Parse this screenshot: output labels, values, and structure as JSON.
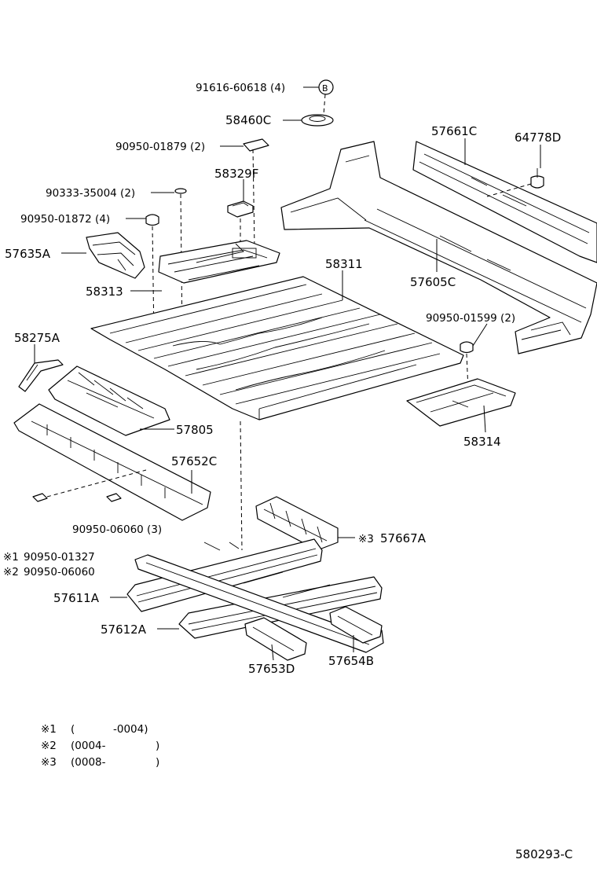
{
  "parts": {
    "p91616": "91616-60618 (4)",
    "b_mark": "B",
    "p58460C": "58460C",
    "p90950_01879": "90950-01879 (2)",
    "p57661C": "57661C",
    "p64778D": "64778D",
    "p58329F": "58329F",
    "p90333": "90333-35004 (2)",
    "p90950_01872": "90950-01872 (4)",
    "p57635A": "57635A",
    "p58311": "58311",
    "p57605C": "57605C",
    "p58313": "58313",
    "p90950_01599": "90950-01599 (2)",
    "p58275A": "58275A",
    "p57805": "57805",
    "p58314": "58314",
    "p57652C": "57652C",
    "p90950_06060_3": "90950-06060 (3)",
    "p57667A": "57667A",
    "p90950_01327": "90950-01327",
    "p90950_06060": "90950-06060",
    "p57611A": "57611A",
    "p57612A": "57612A",
    "p57653D": "57653D",
    "p57654B": "57654B"
  },
  "marks": {
    "m1": "※1",
    "m2": "※2",
    "m3": "※3"
  },
  "notes": [
    {
      "mark": "※1",
      "open": "(",
      "value": "-0004)"
    },
    {
      "mark": "※2",
      "open": "(0004-",
      "value": ")"
    },
    {
      "mark": "※3",
      "open": "(0008-",
      "value": ")"
    }
  ],
  "diagram_code": "580293-C"
}
